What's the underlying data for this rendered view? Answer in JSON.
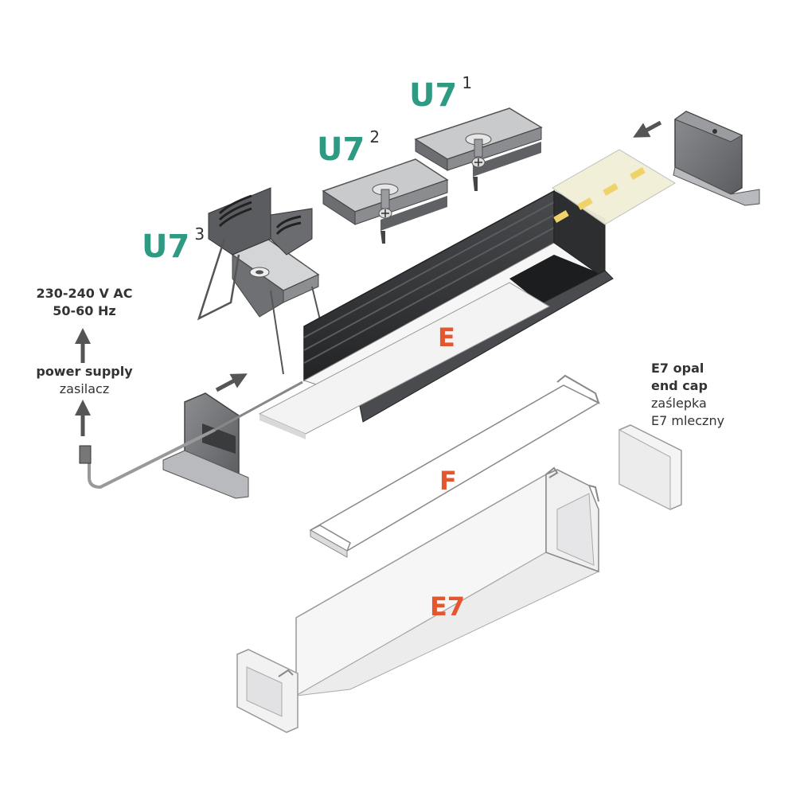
{
  "colors": {
    "u7_label": "#2f9a82",
    "part_label": "#e4572e",
    "text": "#333333",
    "arrow": "#555555",
    "profile_dark": "#3a3b3d",
    "profile_light": "#eeeeef",
    "led_strip": "#f2efd8",
    "led_chip": "#f0d26a"
  },
  "labels": {
    "u7_1": {
      "text": "U7",
      "sup": "1"
    },
    "u7_2": {
      "text": "U7",
      "sup": "2"
    },
    "u7_3": {
      "text": "U7",
      "sup": "3"
    },
    "part_e": "E",
    "part_f": "F",
    "part_e7": "E7"
  },
  "power": {
    "voltage": "230-240 V AC",
    "frequency": "50-60 Hz",
    "supply_en": "power supply",
    "supply_pl": "zasilacz"
  },
  "end_cap": {
    "line1": "E7 opal",
    "line2": "end cap",
    "line3": "zaślepka",
    "line4": "E7 mleczny"
  },
  "icons": [
    "arrow-up-icon",
    "arrow-right-icon",
    "arrow-left-icon"
  ]
}
